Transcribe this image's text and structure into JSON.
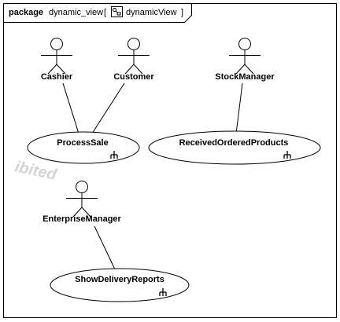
{
  "frame": {
    "keyword": "package",
    "name": "dynamic_view",
    "bracket_open": "[",
    "diagram_name": "dynamicView",
    "bracket_close": "]",
    "diagram_icon": "diagram-icon"
  },
  "watermark": "ibited",
  "actors": [
    {
      "id": "cashier",
      "name": "Cashier"
    },
    {
      "id": "customer",
      "name": "Customer"
    },
    {
      "id": "stockmanager",
      "name": "StockManager"
    },
    {
      "id": "enterprisemanager",
      "name": "EnterpriseManager"
    }
  ],
  "use_cases": [
    {
      "id": "processsale",
      "name": "ProcessSale",
      "icon": "fork-icon"
    },
    {
      "id": "receivedorderedproducts",
      "name": "ReceivedOrderedProducts",
      "icon": "fork-icon"
    },
    {
      "id": "showdeliveryreports",
      "name": "ShowDeliveryReports",
      "icon": "fork-icon"
    }
  ],
  "associations": [
    {
      "actor": "cashier",
      "use_case": "processsale"
    },
    {
      "actor": "customer",
      "use_case": "processsale"
    },
    {
      "actor": "stockmanager",
      "use_case": "receivedorderedproducts"
    },
    {
      "actor": "enterprisemanager",
      "use_case": "showdeliveryreports"
    }
  ],
  "colors": {
    "line": "#000000",
    "fill": "#ffffff",
    "watermark": "#d4d4d4"
  }
}
